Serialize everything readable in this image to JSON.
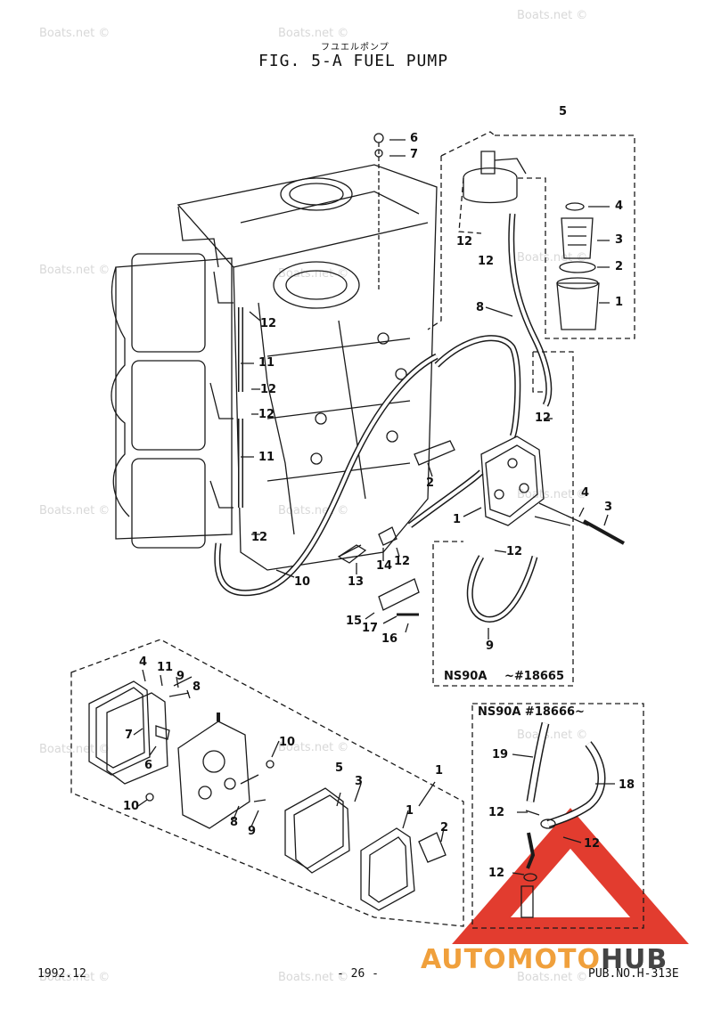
{
  "header": {
    "subtitle": "フユエルポンプ",
    "title": "FIG. 5-A FUEL PUMP"
  },
  "watermark": {
    "text": "Boats.net ©"
  },
  "callouts": {
    "c5_top": "5",
    "c6_top": "6",
    "c7_top": "7",
    "c4_top": "4",
    "c3_top": "3",
    "c2_top": "2",
    "c1_top": "1",
    "c12_a": "12",
    "c12_b": "12",
    "c8": "8",
    "c12_c": "12",
    "c11_a": "11",
    "c12_d": "12",
    "c12_e": "12",
    "c11_b": "11",
    "c12_f": "12",
    "c10": "10",
    "c2_mid": "2",
    "c12_g": "12",
    "c4_mid": "4",
    "c3_mid": "3",
    "c1_mid": "1",
    "c12_h": "12",
    "c14": "14",
    "c12_i": "12",
    "c13": "13",
    "c15": "15",
    "c17": "17",
    "c16": "16",
    "c9": "9",
    "d4": "4",
    "d11": "11",
    "d9": "9",
    "d8": "8",
    "d7": "7",
    "d6": "6",
    "d10_a": "10",
    "d10_b": "10",
    "d8_b": "8",
    "d9_b": "9",
    "d5": "5",
    "d3": "3",
    "d1_a": "1",
    "d1_b": "1",
    "d2": "2",
    "e19": "19",
    "e18": "18",
    "e12_a": "12",
    "e12_b": "12",
    "e12_c": "12"
  },
  "boxes": {
    "box1_label": "NS90A",
    "box1_range": "~#18665",
    "box2_label": "NS90A #18666~"
  },
  "footer": {
    "date": "1992.12",
    "page": "- 26 -",
    "pub": "PUB.NO.H-313E"
  },
  "logo": {
    "part1": "AUTOMOTO",
    "part2": "HUB"
  },
  "colors": {
    "line": "#1a1a1a",
    "logo_red": "#e23c2f",
    "logo_orange": "#f0a03c",
    "watermark": "#d8d8d8"
  }
}
